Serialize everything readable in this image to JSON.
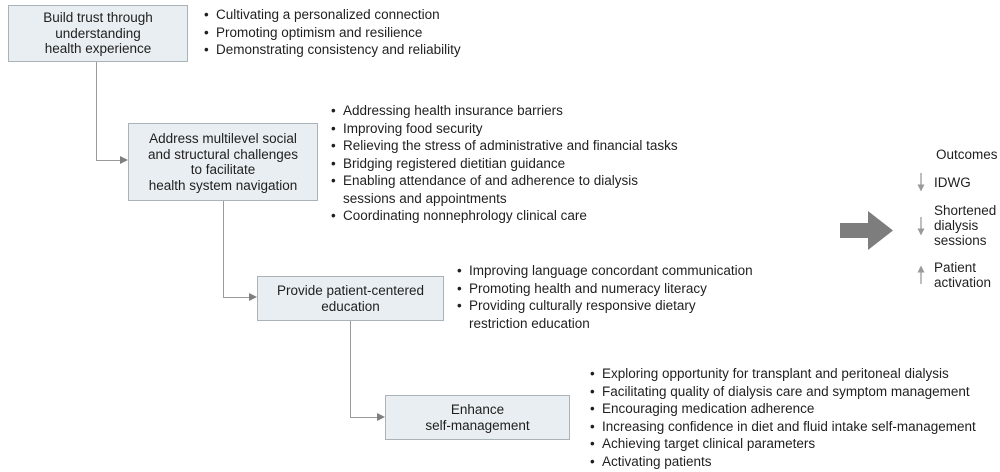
{
  "steps": [
    {
      "box": "Build trust through\nunderstanding\nhealth experience",
      "bullets": [
        "Cultivating a personalized connection",
        "Promoting optimism and resilience",
        "Demonstrating consistency and reliability"
      ]
    },
    {
      "box": "Address multilevel social\nand structural challenges\nto facilitate\nhealth system navigation",
      "bullets": [
        "Addressing health insurance barriers",
        "Improving food security",
        "Relieving the stress of administrative and financial tasks",
        "Bridging registered dietitian guidance",
        "Enabling attendance of and adherence to dialysis\nsessions and appointments",
        "Coordinating nonnephrology clinical care"
      ]
    },
    {
      "box": "Provide patient-centered\neducation",
      "bullets": [
        "Improving language concordant communication",
        "Promoting health and numeracy literacy",
        "Providing culturally responsive dietary\nrestriction education"
      ]
    },
    {
      "box": "Enhance\nself-management",
      "bullets": [
        "Exploring opportunity for transplant and peritoneal dialysis",
        "Facilitating quality of dialysis care and symptom management",
        "Encouraging medication adherence",
        "Increasing confidence in diet and fluid intake self-management",
        "Achieving target clinical parameters",
        "Activating patients"
      ]
    }
  ],
  "outcomes": {
    "title": "Outcomes",
    "items": [
      {
        "direction": "down",
        "label": "IDWG"
      },
      {
        "direction": "down",
        "label": "Shortened\ndialysis\nsessions"
      },
      {
        "direction": "up",
        "label": "Patient\nactivation"
      }
    ]
  },
  "colors": {
    "box_fill": "#e8eef1",
    "box_border": "#aab4b8",
    "connector": "#9a9a9a",
    "big_arrow": "#7d7d7d",
    "text": "#1f1f1f"
  }
}
